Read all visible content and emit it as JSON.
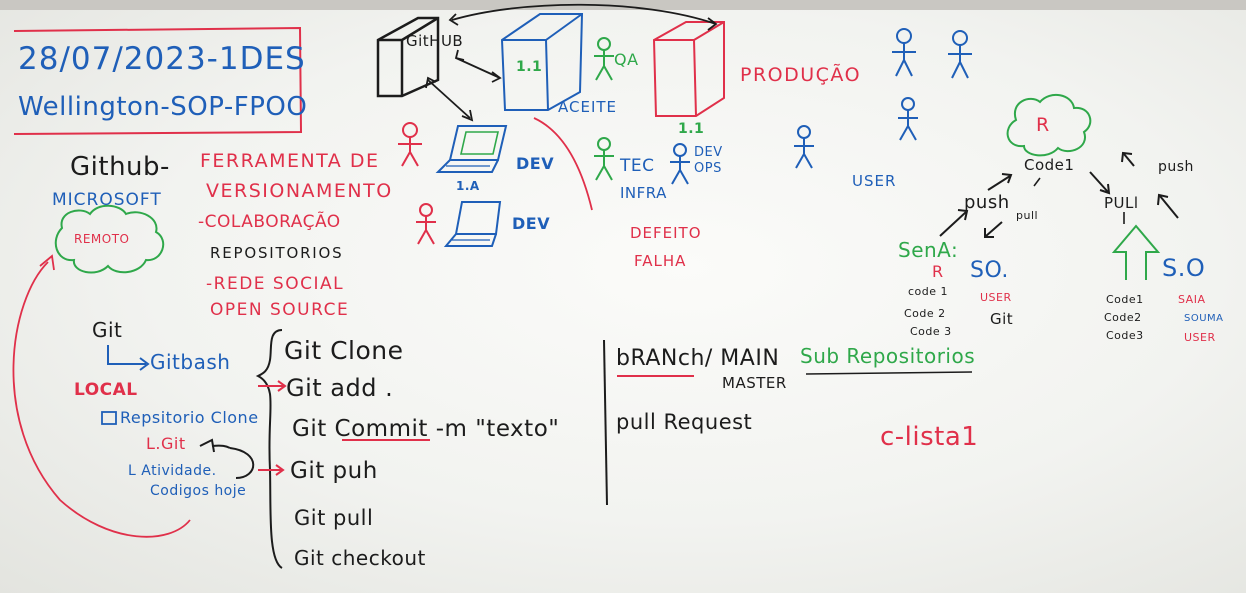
{
  "header": {
    "date": "28/07/2023-1DES",
    "name": "Wellington-SOP-FPOO"
  },
  "definitions": {
    "github": "Github-",
    "ferramenta": "FERRAMENTA DE",
    "versionamento": "VERSIONAMENTO",
    "microsoft": "MICROSOFT",
    "colaboracao": "-COLABORAÇÃO",
    "repositorios": "REPOSITORIOS",
    "rede_social": "-REDE SOCIAL",
    "open_source": "OPEN SOURCE",
    "remoto": "REMOTO"
  },
  "local": {
    "git": "Git",
    "gitbash": "Gitbash",
    "local_label": "LOCAL",
    "repositorio_clone": "Repsitorio Clone",
    "git_folder": "L.Git",
    "atividade": "L Atividade.",
    "codigos_hoje": "Codigos hoje"
  },
  "commands": [
    "Git Clone",
    "Git add .",
    "Git Commit -m \"texto\"",
    "Git puh",
    "Git pull",
    "Git checkout"
  ],
  "branch": {
    "branch_main": "bRANch/ MAIN",
    "master": "MASTER",
    "sub_repos": "Sub Repositorios",
    "pull_request": "pull Request",
    "c_lista": "c-lista1"
  },
  "diagram": {
    "github_box": "GitHUB",
    "aceite_box": "1.1",
    "aceite": "ACEITE",
    "qa": "QA",
    "producao": "PRODUÇÃO",
    "prod_version": "1.1",
    "dev1_version": "1.A",
    "dev1": "DEV",
    "dev2": "DEV",
    "tec": "TEC",
    "infra": "INFRA",
    "devops1": "DEV",
    "devops2": "OPS",
    "defeito": "DEFEITO",
    "falha": "FALHA",
    "user": "USER"
  },
  "flow": {
    "cloud_r": "R",
    "code1": "Code1",
    "push_top": "push",
    "push_mid": "push",
    "pull_small": "pull",
    "pull_right": "PULl",
    "sena": "SenA:",
    "so_left": "SO.",
    "so_right": "S.O",
    "left_r": "R",
    "left_codes": [
      "code 1",
      "Code 2",
      "Code 3"
    ],
    "left_user": "USER",
    "left_git": "Git",
    "right_codes": [
      "Code1",
      "Code2",
      "Code3"
    ],
    "right_saia": "SAIA",
    "right_souma": "SOUMA",
    "right_user": "USER"
  },
  "colors": {
    "blue": "#1f5fb8",
    "red": "#e0304a",
    "black": "#1c1c1c",
    "green": "#2fa84a"
  }
}
